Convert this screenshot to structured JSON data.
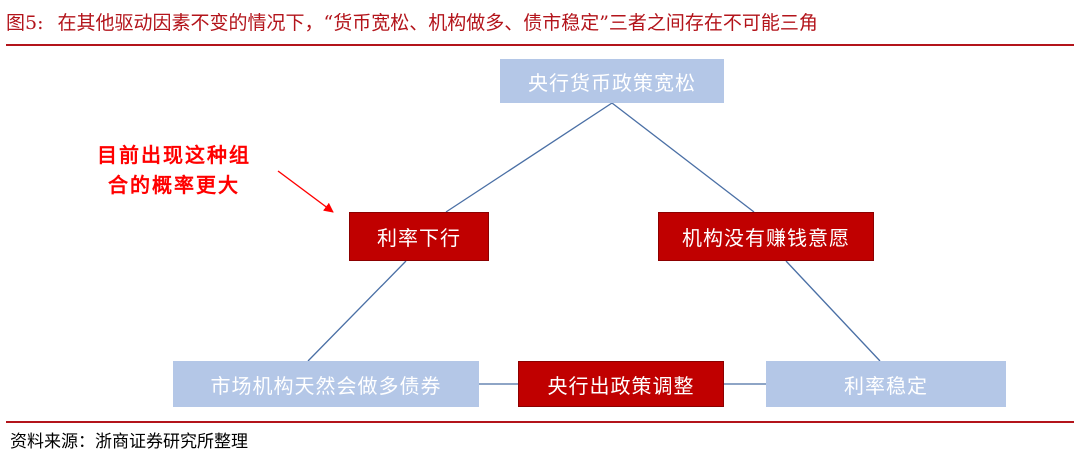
{
  "figure": {
    "label": "图5:",
    "title": "在其他驱动因素不变的情况下，“货币宽松、机构做多、债市稳定”三者之间存在不可能三角"
  },
  "nodes": {
    "monetary_easing": "央行货币政策宽松",
    "rates_down": "利率下行",
    "no_profit_will": "机构没有赚钱意愿",
    "institutions_buy": "市场机构天然会做多债券",
    "pboc_adjust": "央行出政策调整",
    "rates_stable": "利率稳定"
  },
  "annotation": {
    "line1": "目前出现这种组",
    "line2": "合的概率更大"
  },
  "source": "资料来源：浙商证券研究所整理",
  "colors": {
    "accent_red": "#c00000",
    "title_red": "#b3141b",
    "box_blue": "#b4c7e7",
    "connector_blue": "#4a6fa5",
    "note_red": "#ff0000"
  }
}
